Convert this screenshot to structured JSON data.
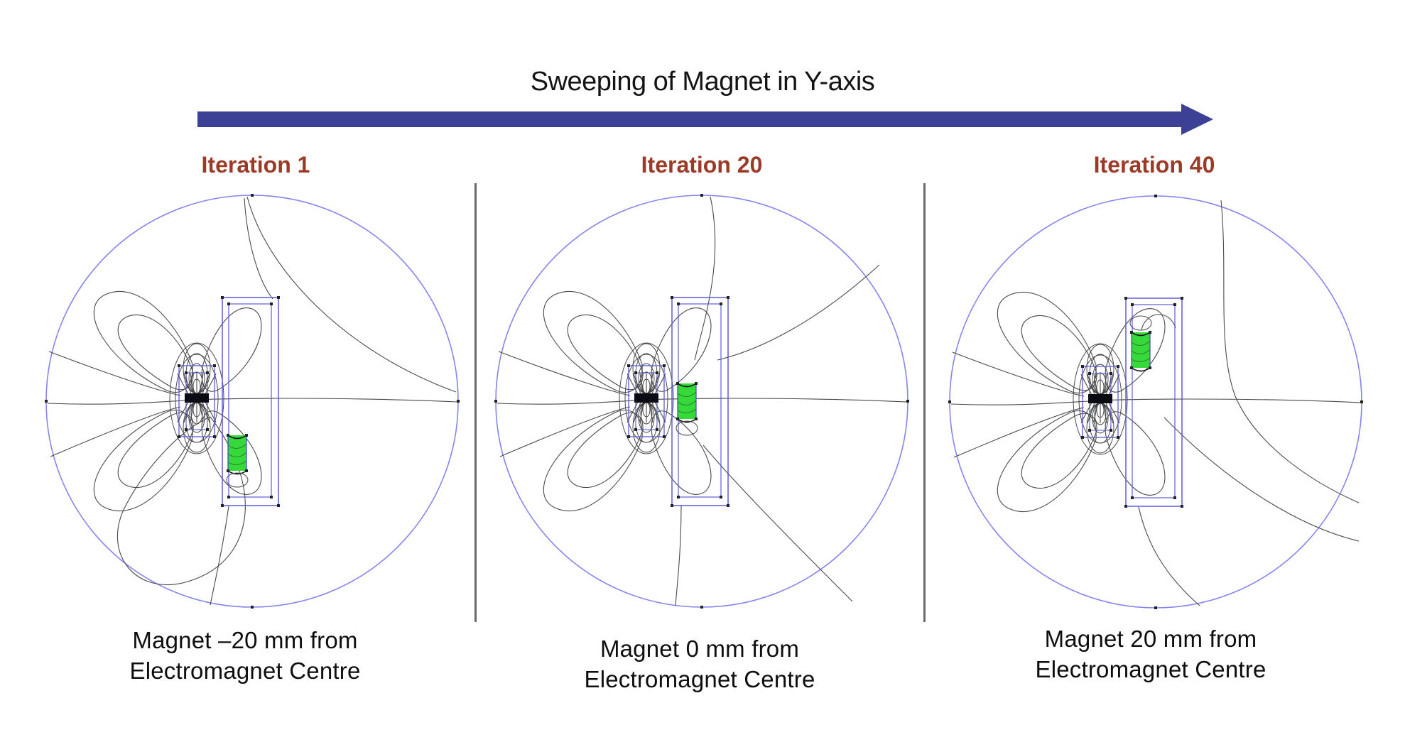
{
  "figure": {
    "title": "Sweeping of Magnet in Y-axis",
    "sweep_arrow": "right-arrow"
  },
  "colors": {
    "arrow_navy": "#3d4195",
    "heading_brick": "#9c3a28",
    "circle_blue": "#8585ee",
    "rect_blue": "#5c5cdc",
    "magnet_green": "#35d93a",
    "contour_gray": "#4a4a4a",
    "divider_gray": "#6a6a6a",
    "text_black": "#111111"
  },
  "panels": [
    {
      "heading": "Iteration 1",
      "caption_line1": "Magnet –20 mm from",
      "caption_line2": "Electromagnet Centre",
      "magnet_offset_mm": -20
    },
    {
      "heading": "Iteration 20",
      "caption_line1": "Magnet 0 mm from",
      "caption_line2": "Electromagnet Centre",
      "magnet_offset_mm": 0
    },
    {
      "heading": "Iteration 40",
      "caption_line1": "Magnet 20 mm from",
      "caption_line2": "Electromagnet Centre",
      "magnet_offset_mm": 20
    }
  ]
}
